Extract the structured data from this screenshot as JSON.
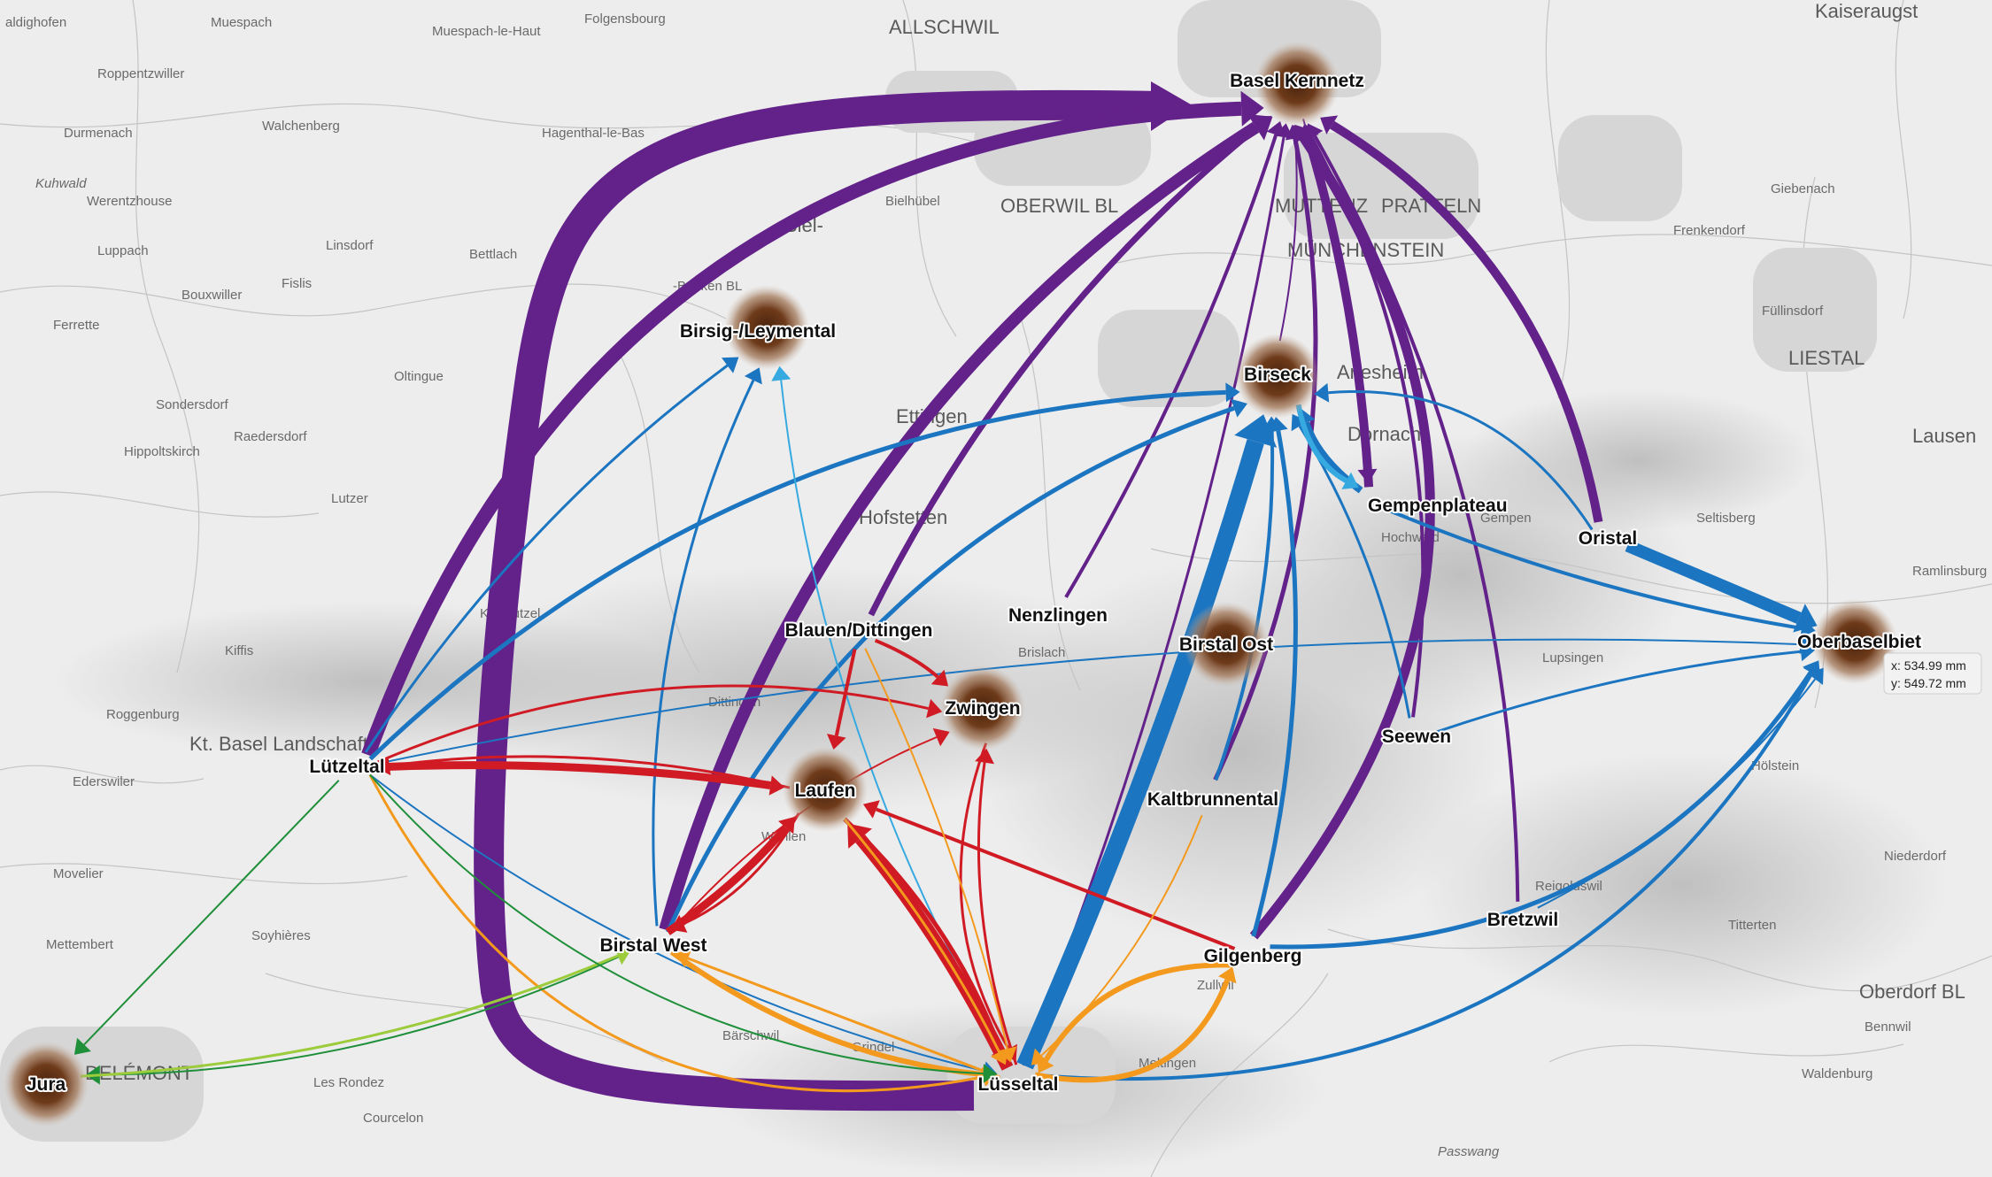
{
  "colors": {
    "purple": "#63218a",
    "blue": "#1b75c0",
    "lightblue": "#36a9e1",
    "red": "#d01b24",
    "orange": "#f39a1e",
    "green": "#1f8f3a",
    "lightgreen": "#9ccb3b",
    "node": "#6b3a1c"
  },
  "nodes": [
    {
      "id": "basel",
      "label": "Basel Kernnetz"
    },
    {
      "id": "birsig",
      "label": "Birsig-/Leymental"
    },
    {
      "id": "birseck",
      "label": "Birseck"
    },
    {
      "id": "gempen",
      "label": "Gempenplateau"
    },
    {
      "id": "oristal",
      "label": "Oristal"
    },
    {
      "id": "oberbasel",
      "label": "Oberbaselbiet"
    },
    {
      "id": "nenzlingen",
      "label": "Nenzlingen"
    },
    {
      "id": "birstalost",
      "label": "Birstal Ost"
    },
    {
      "id": "blauen",
      "label": "Blauen/Dittingen"
    },
    {
      "id": "zwingen",
      "label": "Zwingen"
    },
    {
      "id": "seewen",
      "label": "Seewen"
    },
    {
      "id": "luetzeltal",
      "label": "Lützeltal"
    },
    {
      "id": "laufen",
      "label": "Laufen"
    },
    {
      "id": "kaltbrunnental",
      "label": "Kaltbrunnental"
    },
    {
      "id": "bretzwil",
      "label": "Bretzwil"
    },
    {
      "id": "birstalwest",
      "label": "Birstal West"
    },
    {
      "id": "gilgenberg",
      "label": "Gilgenberg"
    },
    {
      "id": "jura",
      "label": "Jura"
    },
    {
      "id": "luesseltal",
      "label": "Lüsseltal"
    }
  ],
  "tooltip": {
    "x": "x: 534.99 mm",
    "y": "y: 549.72 mm"
  },
  "background_labels": [
    "aldighofen",
    "Muespach",
    "Muespach-le-Haut",
    "Folgensbourg",
    "ALLSCHWIL",
    "Kaiseraugst",
    "Roppentzwiller",
    "Durmenach",
    "Walchenberg",
    "Hagenthal-le-Bas",
    "Werentzhouse",
    "Kuhwald",
    "Bielhübel",
    "Biel-",
    "-Benken BL",
    "OBERWIL BL",
    "MUTTENZ",
    "PRATTELN",
    "MÜNCHENSTEIN",
    "Giebenach",
    "Frenkendorf",
    "Füllinsdorf",
    "LIESTAL",
    "Lausen",
    "Bouxwiller",
    "Luppach",
    "Linsdorf",
    "Bettlach",
    "Fislis",
    "Ferrette",
    "Oltingue",
    "Sondersdorf",
    "Raedersdorf",
    "Hippoltskirch",
    "Lutzer",
    "Ettingen",
    "Hofstetten",
    "Arlesheim",
    "Dornach",
    "Ramlinsburg",
    "Kiffis",
    "Roggenburg",
    "Ederswiler",
    "Kt. Basel Landschaft",
    "Movelier",
    "Mettembert",
    "Soyhières",
    "Bärschwil",
    "Grindel",
    "Meltingen",
    "Reigoldswil",
    "Titterten",
    "Oberdorf BL",
    "Bennwil",
    "Waldenburg",
    "Niederdorf",
    "DELÉMONT",
    "Courcelon",
    "Les Rondez",
    "Passwang",
    "Zullwil",
    "Hölstein",
    "Lupsingen",
    "Seltisberg",
    "Gempen",
    "Hochwald",
    "Brislach",
    "Wahlen",
    "Dittingen",
    "Kleinlützel"
  ]
}
